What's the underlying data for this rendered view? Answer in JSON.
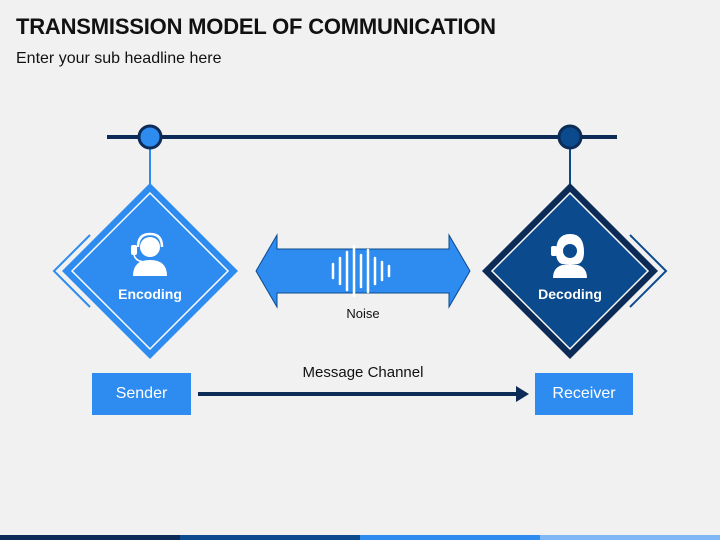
{
  "header": {
    "title": "TRANSMISSION MODEL OF COMMUNICATION",
    "subtitle": "Enter your sub headline here"
  },
  "diagram": {
    "encoding_label": "Encoding",
    "decoding_label": "Decoding",
    "noise_label": "Noise",
    "channel_label": "Message Channel",
    "sender_label": "Sender",
    "receiver_label": "Receiver",
    "encoding_icon": "person-headset-icon",
    "decoding_icon": "woman-headset-icon",
    "noise_icon": "sound-wave-icon"
  },
  "colors": {
    "light_blue": "#2e8cf0",
    "dark_blue": "#0b4a8c",
    "navy": "#0c2c57",
    "background": "#f1f1f1"
  }
}
